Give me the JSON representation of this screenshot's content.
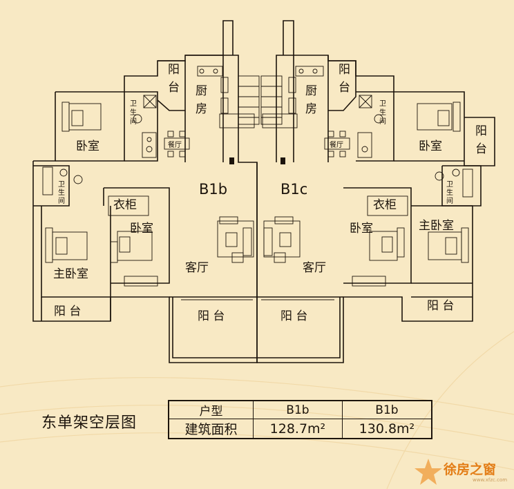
{
  "units": {
    "left": "B1b",
    "right": "B1c"
  },
  "rooms": {
    "kitchen": "厨\n房",
    "balcony_vertical": "阳\n台",
    "bath": "卫\n生\n间",
    "bedroom": "卧室",
    "dining": "餐厅",
    "wardrobe": "衣柜",
    "master_bedroom": "主卧室",
    "living": "客厅",
    "balcony": "阳 台"
  },
  "plan_title": "东单架空层图",
  "area_table": {
    "header": [
      "户型",
      "B1b",
      "B1b"
    ],
    "row": [
      "建筑面积",
      "128.7m²",
      "130.8m²"
    ]
  },
  "logo": {
    "text": "徐房之窗",
    "url": "www.xfzc.com"
  },
  "colors": {
    "background": "#f8e9c4",
    "line": "#1c140c",
    "logo_orange": "#e37d16"
  }
}
